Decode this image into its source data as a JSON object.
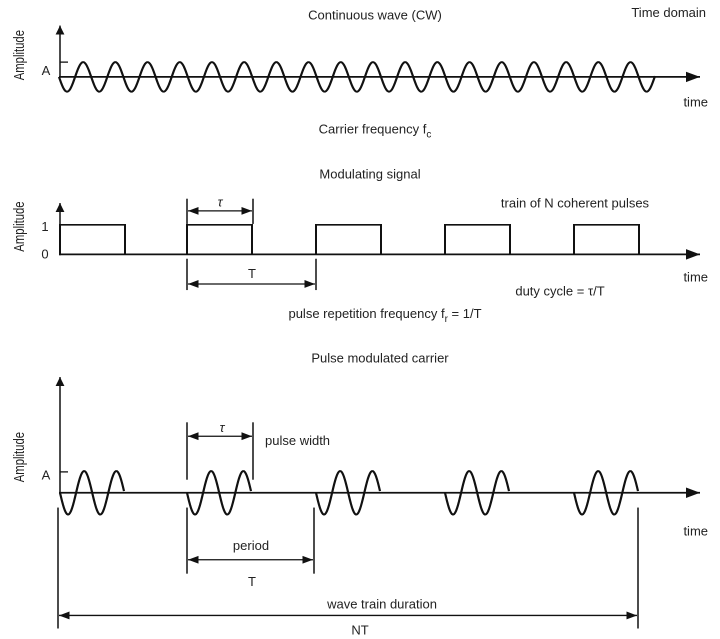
{
  "top": {
    "title": "Continuous wave (CW)",
    "corner_label": "Time domain",
    "y_axis_label": "Amplitude",
    "amp_label": "A",
    "x_axis_label": "time",
    "caption": "Carrier frequency f",
    "caption_sub": "c"
  },
  "middle": {
    "title": "Modulating signal",
    "y_axis_label": "Amplitude",
    "level_one": "1",
    "level_zero": "0",
    "tau_label": "τ",
    "period_label": "T",
    "note": "train of  N coherent pulses",
    "x_axis_label": "time",
    "duty_cycle": "duty cycle = τ/T",
    "prf_label": "pulse repetition frequency  f",
    "prf_sub": "r",
    "prf_eq": " = 1/T",
    "pulse_count": 5
  },
  "bottom": {
    "title": "Pulse modulated carrier",
    "y_axis_label": "Amplitude",
    "amp_label": "A",
    "tau_label": "τ",
    "pulse_width_label": "pulse width",
    "x_axis_label": "time",
    "period_label": "period",
    "period_symbol": "T",
    "duration_label": "wave train duration",
    "duration_symbol": "NT",
    "cycles_per_pulse": 2
  }
}
